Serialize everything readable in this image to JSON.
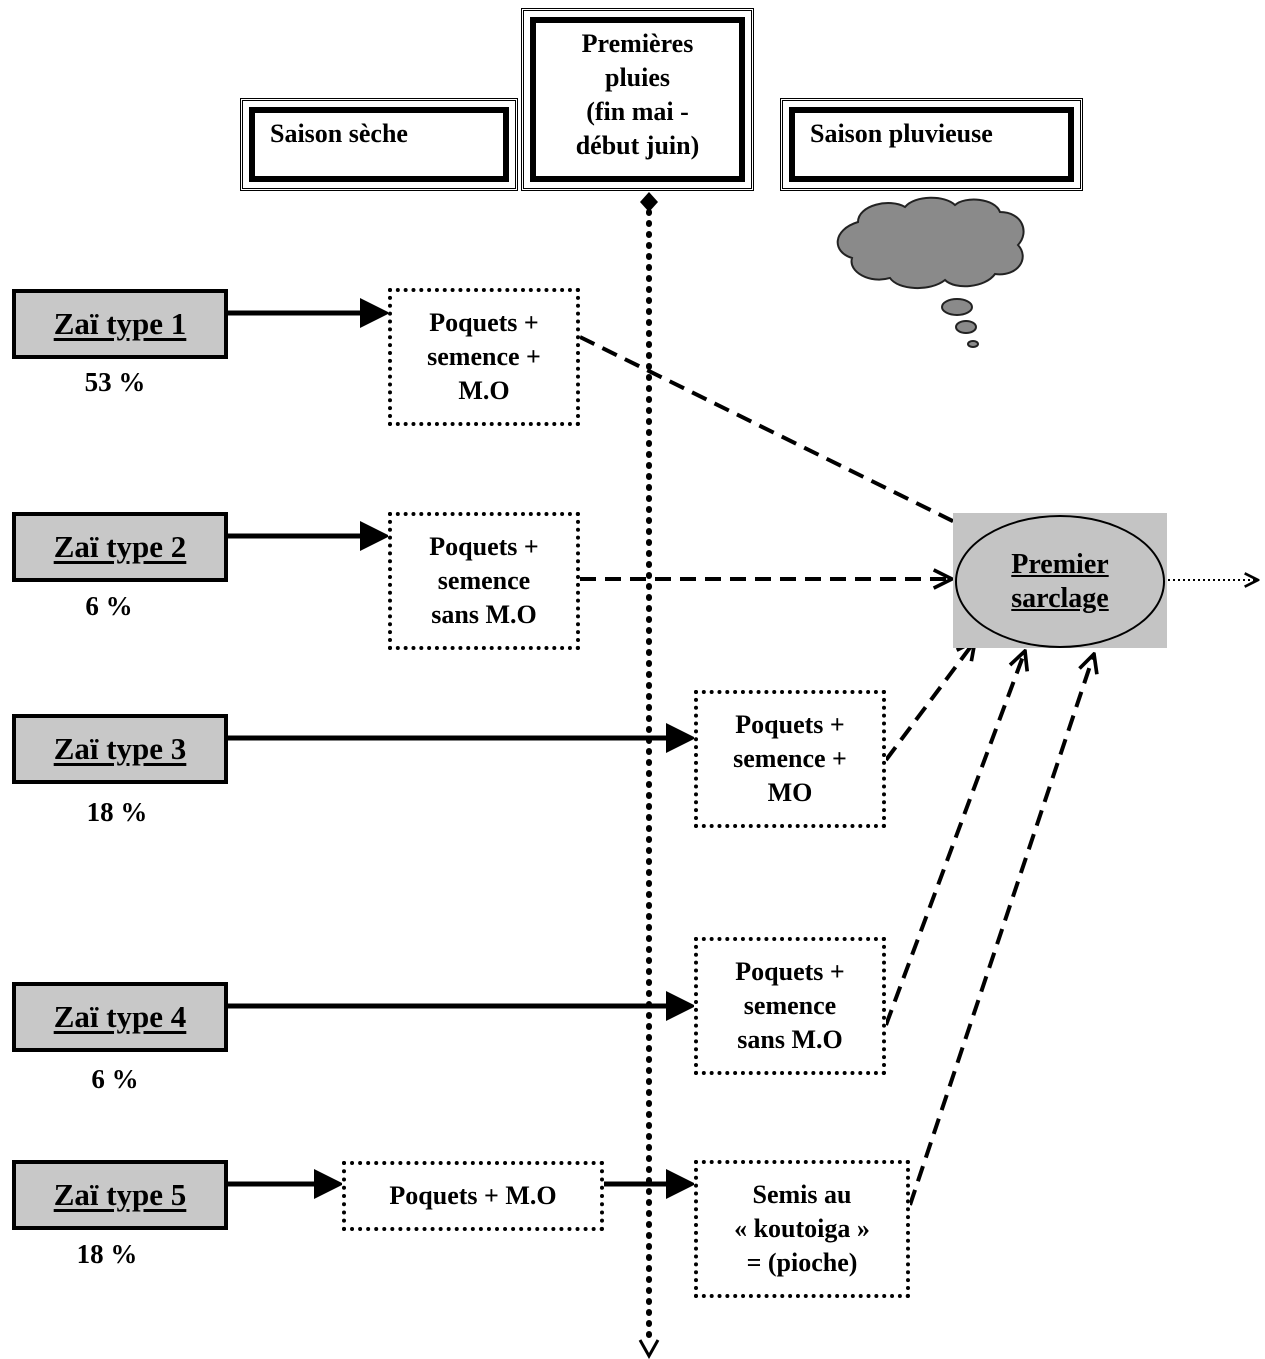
{
  "header": {
    "dry_season": "Saison sèche",
    "first_rains": "Premières\npluies\n(fin mai -\ndébut juin)",
    "rainy_season": "Saison pluvieuse"
  },
  "zai_types": [
    {
      "label": "Zaï type 1",
      "percent": "53 %"
    },
    {
      "label": "Zaï type 2",
      "percent": "6 %"
    },
    {
      "label": "Zaï type 3",
      "percent": "18 %"
    },
    {
      "label": "Zaï type 4",
      "percent": "6 %"
    },
    {
      "label": "Zaï type 5",
      "percent": "18 %"
    }
  ],
  "steps": {
    "t1": "Poquets +\nsemence +\nM.O",
    "t2": "Poquets +\nsemence\nsans M.O",
    "t3": "Poquets +\nsemence +\nMO",
    "t4": "Poquets +\nsemence\nsans M.O",
    "t5a": "Poquets + M.O",
    "t5b": "Semis au\n« koutoiga »\n= (pioche)"
  },
  "target": "Premier\nsarclage",
  "icons": {
    "cloud": "rain-cloud-icon"
  },
  "colors": {
    "box_fill": "#c8c8c8",
    "oval_fill": "#c4c4c4",
    "cloud_fill": "#8a8a8a"
  }
}
